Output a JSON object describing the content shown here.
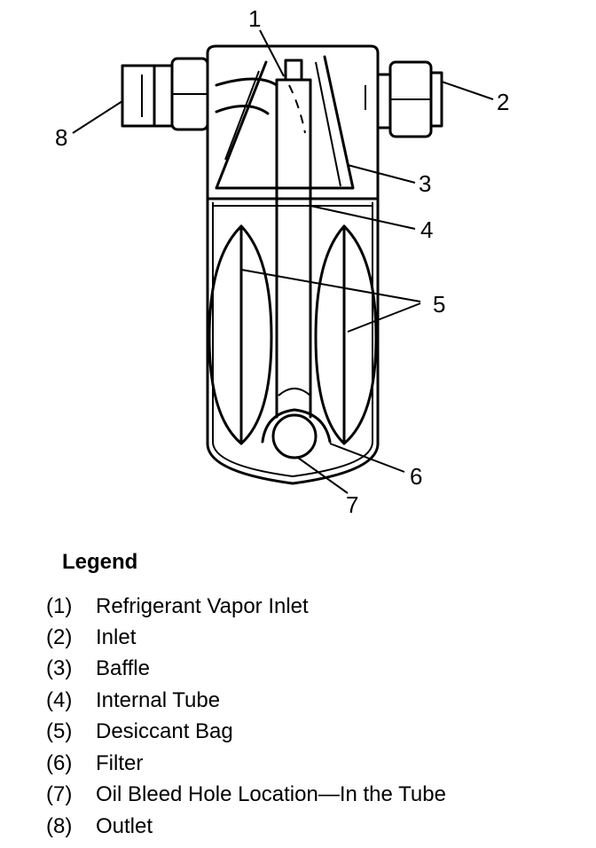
{
  "diagram": {
    "callouts": [
      "1",
      "2",
      "3",
      "4",
      "5",
      "6",
      "7",
      "8"
    ]
  },
  "legend": {
    "title": "Legend",
    "items": [
      {
        "num": "(1)",
        "label": "Refrigerant Vapor Inlet"
      },
      {
        "num": "(2)",
        "label": "Inlet"
      },
      {
        "num": "(3)",
        "label": "Baffle"
      },
      {
        "num": "(4)",
        "label": "Internal Tube"
      },
      {
        "num": "(5)",
        "label": "Desiccant Bag"
      },
      {
        "num": "(6)",
        "label": "Filter"
      },
      {
        "num": "(7)",
        "label": "Oil Bleed Hole Location—In the Tube"
      },
      {
        "num": "(8)",
        "label": "Outlet"
      }
    ]
  }
}
